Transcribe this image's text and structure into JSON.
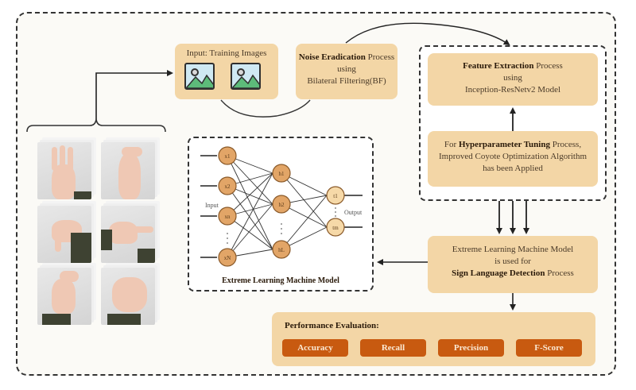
{
  "input_box": {
    "title": "Input: Training Images",
    "icons": [
      "image-icon",
      "image-icon"
    ]
  },
  "noise_box": {
    "bold": "Noise Eradication",
    "rest": " Process",
    "line2": "using",
    "line3": "Bilateral Filtering(BF)"
  },
  "feature_box": {
    "bold": "Feature Extraction",
    "rest": " Process",
    "line2": "using",
    "line3": "Inception-ResNetv2 Model"
  },
  "hyper_box": {
    "prefix": "For ",
    "bold": "Hyperparameter Tuning",
    "rest": " Process,",
    "line2": "Improved Coyote Optimization Algorithm",
    "line3": "has been Applied"
  },
  "elm_network": {
    "caption": "Extreme Learning Machine Model",
    "input_label": "Input",
    "output_label": "Output",
    "input_nodes": [
      "x1",
      "x2",
      "xn",
      "xN"
    ],
    "hidden_nodes": [
      "h1",
      "h2",
      "hL"
    ],
    "output_nodes": [
      "t1",
      "tm"
    ]
  },
  "elm_box": {
    "line1": "Extreme Learning Machine Model",
    "line2": "is used for",
    "bold": "Sign Language Detection",
    "rest": " Process"
  },
  "performance": {
    "title": "Performance Evaluation:",
    "metrics": [
      "Accuracy",
      "Recall",
      "Precision",
      "F-Score"
    ]
  },
  "hand_images": [
    "sign-three",
    "sign-bent-hand",
    "sign-pointing-down",
    "sign-pointing-side",
    "sign-c-shape",
    "sign-fist"
  ],
  "colors": {
    "box_fill": "#f3d6a6",
    "metric_fill": "#c85a10",
    "node_fill": "#e2a567",
    "output_node_fill": "#f6d9a8"
  }
}
